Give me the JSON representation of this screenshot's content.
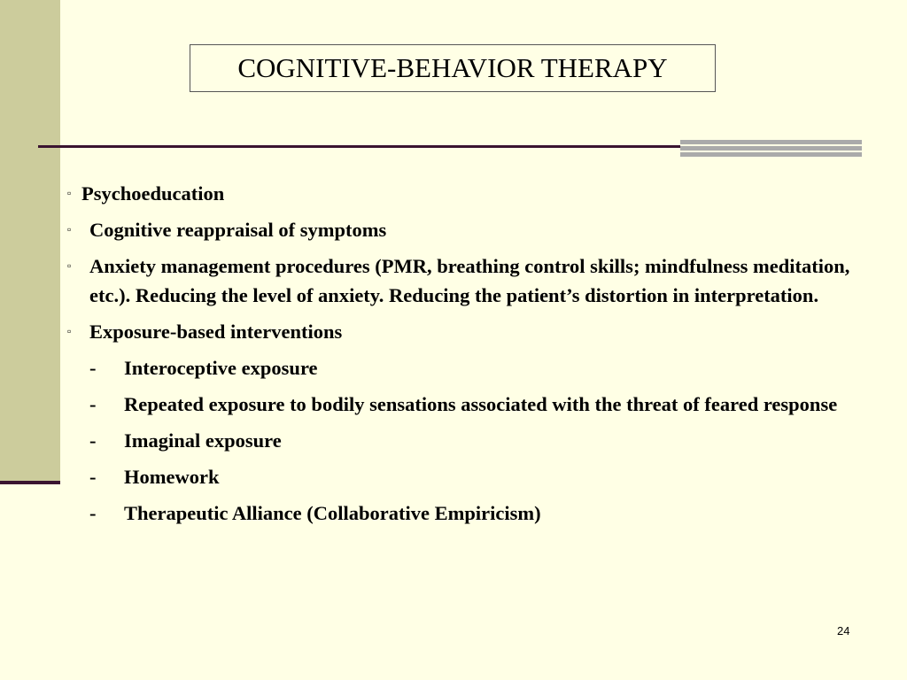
{
  "slide": {
    "title": "COGNITIVE-BEHAVIOR THERAPY",
    "bullet_glyph": "▫",
    "dash_glyph": "-",
    "bullets": [
      "Psychoeducation",
      "Cognitive reappraisal of symptoms",
      "Anxiety management procedures (PMR, breathing control skills; mindfulness meditation, etc.).  Reducing the level of anxiety.  Reducing the patient’s distortion in interpretation.",
      "Exposure-based interventions"
    ],
    "sub_items": [
      "Interoceptive exposure",
      "Repeated exposure to bodily sensations associated with the threat of feared response",
      "Imaginal exposure",
      "Homework",
      "Therapeutic Alliance (Collaborative Empiricism)"
    ],
    "page_number": "24"
  },
  "colors": {
    "background": "#ffffe5",
    "sidebar": "#cccc9c",
    "rule": "#3a1430",
    "rule_block": "#aaaaaa"
  }
}
